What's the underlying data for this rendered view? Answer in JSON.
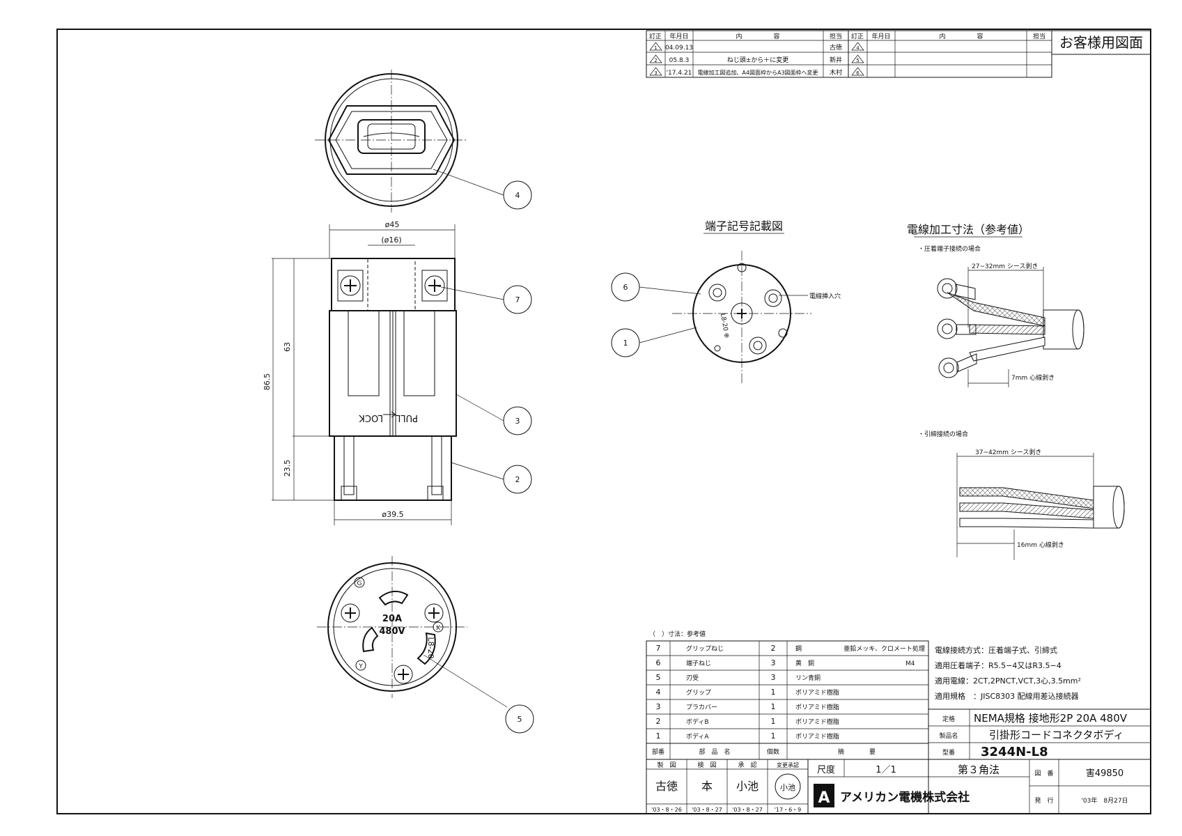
{
  "revisions": {
    "headers": [
      "訂正",
      "年月日",
      "内　　　　　容",
      "担当",
      "訂正",
      "年月日",
      "内　　　　　容",
      "担当"
    ],
    "rows": [
      {
        "mark": "1",
        "date": "04.09.13",
        "content": "",
        "person": "古徳",
        "mark2": "4"
      },
      {
        "mark": "2",
        "date": "05.8.3",
        "content": "ねじ頭±から＋に変更",
        "person": "新井",
        "mark2": "5"
      },
      {
        "mark": "3",
        "date": "'17.4.21",
        "content": "電線加工図追加、A4図面枠からA3図面枠へ変更",
        "person": "木村",
        "mark2": "6"
      }
    ]
  },
  "customer_label": "お客様用図面",
  "dimensions": {
    "d45": "ø45",
    "d16": "(ø16)",
    "h63": "63",
    "h865": "86.5",
    "h235": "23.5",
    "d395": "ø39.5"
  },
  "side_text": {
    "pull": "PULL",
    "lock": "LOCK"
  },
  "face_text": {
    "rating_a": "20A",
    "rating_v": "480V",
    "model": "L8-20",
    "x": "X",
    "y": "Y",
    "g": "G"
  },
  "callouts": [
    "4",
    "7",
    "3",
    "2",
    "5",
    "6",
    "1"
  ],
  "terminal_diagram": {
    "title": "端子記号記載図",
    "wire_insert": "電線挿入穴",
    "inner_text": "L8-20 ⊕"
  },
  "wire_processing": {
    "title": "電線加工寸法（参考値）",
    "case1_label": "・圧着端子接続の場合",
    "case1_sheath": "27~32mm シース剥き",
    "case1_core": "7mm 心線剥き",
    "case2_label": "・引締接続の場合",
    "case2_sheath": "37~42mm シース剥き",
    "case2_core": "16mm 心線剥き"
  },
  "parts_note": "（　）寸法：参考値",
  "parts": [
    {
      "no": "7",
      "name": "グリップねじ",
      "qty": "2",
      "material": "鋼",
      "remarks": "亜鉛メッキ、クロメート処理"
    },
    {
      "no": "6",
      "name": "端子ねじ",
      "qty": "3",
      "material": "黄　銅",
      "remarks": "M4"
    },
    {
      "no": "5",
      "name": "刃受",
      "qty": "3",
      "material": "リン青銅",
      "remarks": ""
    },
    {
      "no": "4",
      "name": "グリップ",
      "qty": "1",
      "material": "ポリアミド樹脂",
      "remarks": ""
    },
    {
      "no": "3",
      "name": "プラカバー",
      "qty": "1",
      "material": "ポリアミド樹脂",
      "remarks": ""
    },
    {
      "no": "2",
      "name": "ボディB",
      "qty": "1",
      "material": "ポリアミド樹脂",
      "remarks": ""
    },
    {
      "no": "1",
      "name": "ボディA",
      "qty": "1",
      "material": "ポリアミド樹脂",
      "remarks": ""
    }
  ],
  "parts_header": {
    "no": "部番",
    "name": "部　品　名",
    "qty": "個数",
    "material": "摘　　　　要"
  },
  "specs": [
    "電線接続方式：圧着端子式、引締式",
    "適用圧着端子：R5.5−4又はR3.5−4",
    "適用電線：2CT,2PNCT,VCT,3心,3.5mm²",
    "適用規格　：JISC8303 配線用差込接続器"
  ],
  "title_block": {
    "rating_label": "定格",
    "rating": "NEMA規格 接地形2P 20A 480V",
    "product_label": "製品名",
    "product": "引掛形コードコネクタボディ",
    "model_label": "型番",
    "model": "3244N-L8",
    "projection": "第３角法",
    "drawing_no_label": "図　番",
    "drawing_no": "害49850",
    "issue_label": "発　行",
    "issue_date": "'03年　8月27日",
    "scale_label": "尺度",
    "scale": "1／1",
    "company": "アメリカン電機株式会社",
    "logo_letter": "A"
  },
  "approvals": [
    {
      "role": "製　図",
      "name": "古徳",
      "date": "'03・8・26"
    },
    {
      "role": "検　図",
      "name": "本",
      "date": "'03・8・27"
    },
    {
      "role": "承　認",
      "name": "小池",
      "date": "'03・8・27"
    },
    {
      "role": "変更承認",
      "name": "小池",
      "date": "'17・6・9"
    }
  ]
}
